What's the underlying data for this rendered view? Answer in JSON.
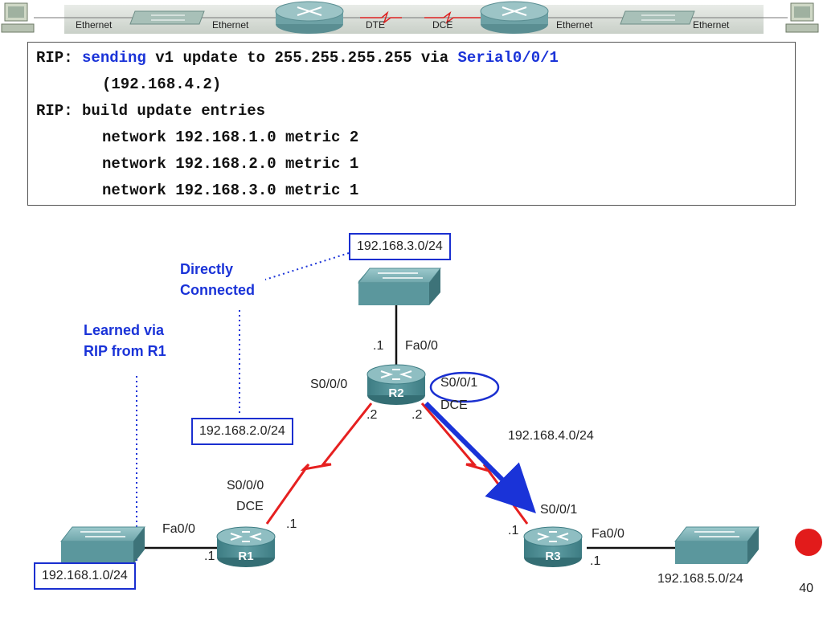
{
  "banner": {
    "labels": [
      "Ethernet",
      "Ethernet",
      "DTE",
      "DCE",
      "Ethernet",
      "Ethernet"
    ]
  },
  "debug": {
    "line1": {
      "prefix": "RIP: ",
      "keyword": "sending",
      "middle": " v1 update to 255.255.255.255 via ",
      "iface": "Serial0/0/1"
    },
    "line2": "(192.168.4.2)",
    "line3": "RIP: build update entries",
    "line4": "network 192.168.1.0 metric 2",
    "line5": "network 192.168.2.0 metric 1",
    "line6": "network 192.168.3.0 metric 1"
  },
  "annotations": {
    "directly_connected": [
      "Directly",
      "Connected"
    ],
    "learned_via": [
      "Learned via",
      "RIP from R1"
    ]
  },
  "networks": {
    "net3": "192.168.3.0/24",
    "net2": "192.168.2.0/24",
    "net1": "192.168.1.0/24",
    "net4": "192.168.4.0/24",
    "net5": "192.168.5.0/24"
  },
  "routers": {
    "r1": "R1",
    "r2": "R2",
    "r3": "R3"
  },
  "interfaces": {
    "r2_dot1": ".1",
    "r2_fa0": "Fa0/0",
    "r2_s000": "S0/0/0",
    "r2_s001": "S0/0/1",
    "r2_dce": "DCE",
    "r2_dot2_left": ".2",
    "r2_dot2_right": ".2",
    "r1_s000": "S0/0/0",
    "r1_dce": "DCE",
    "r1_dot1_serial": ".1",
    "r1_fa0": "Fa0/0",
    "r1_dot1_fa": ".1",
    "r3_s001": "S0/0/1",
    "r3_dot1_serial": ".1",
    "r3_fa0": "Fa0/0",
    "r3_dot1_fa": ".1"
  },
  "page_number": "40",
  "colors": {
    "accent_blue": "#1a33d8",
    "serial_red": "#e62020",
    "router_teal": "#4f8f96",
    "switch_teal": "#5a9aa0",
    "marker_red": "#e21b1b"
  }
}
